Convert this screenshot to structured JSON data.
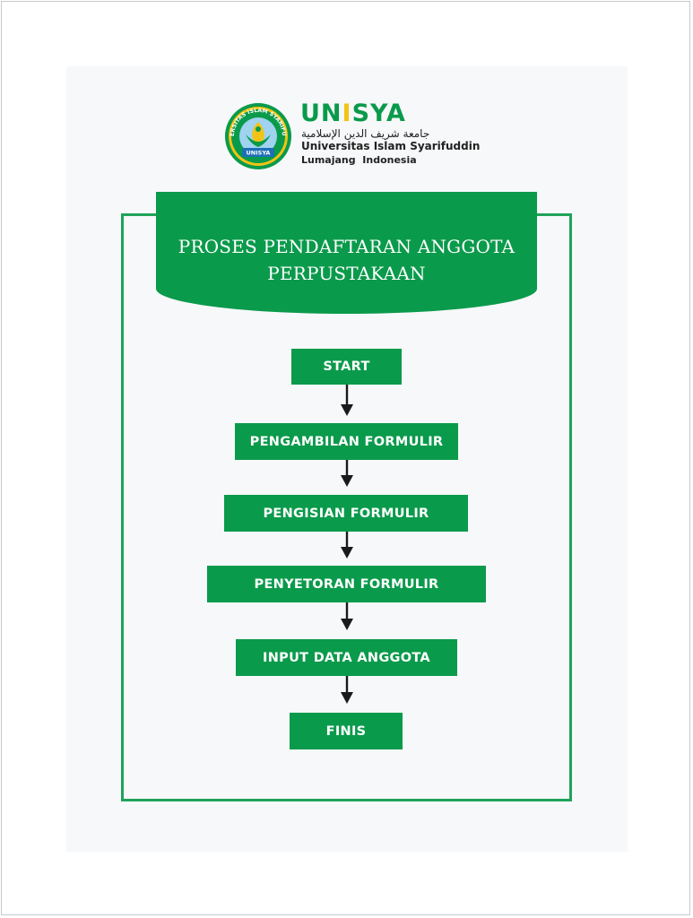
{
  "header": {
    "brand": "UNISYA",
    "arabic_name": "جامعة شريف الدين الإسلامية",
    "university_name": "Universitas Islam Syarifuddin",
    "location": "Lumajang  Indonesia",
    "seal_text": "UNIVERSITAS ISLAM SYARIFUDDIN",
    "seal_banner": "UNISYA",
    "seal_icon": "university-seal-icon"
  },
  "title": {
    "line1": "PROSES PENDAFTARAN ANGGOTA",
    "line2": "PERPUSTAKAAN"
  },
  "flow": {
    "steps": [
      "START",
      "PENGAMBILAN FORMULIR",
      "PENGISIAN FORMULIR",
      "PENYETORAN FORMULIR",
      "INPUT DATA ANGGOTA",
      "FINIS"
    ],
    "connector_icon": "arrow-down-icon"
  },
  "colors": {
    "green": "#0a9a4b",
    "border_green": "#1fa35a",
    "gold": "#f3c316",
    "page_bg": "#f6f8f9"
  }
}
